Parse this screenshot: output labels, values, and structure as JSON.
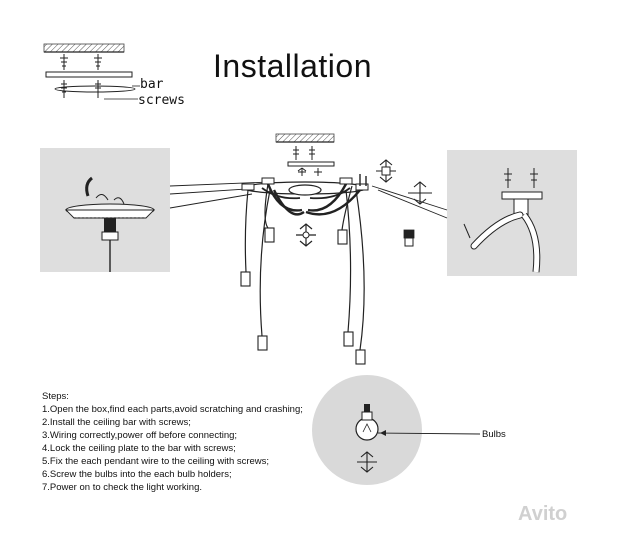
{
  "title": "Installation",
  "labels": {
    "bar": "bar",
    "screws": "screws",
    "bulbs": "Bulbs"
  },
  "steps": {
    "heading": "Steps:",
    "items": [
      "1.Open the box,find each parts,avoid scratching and crashing;",
      "2.Install the ceiling bar with screws;",
      "3.Wiring correctly,power off before connecting;",
      "4.Lock the ceiling plate to the bar with screws;",
      "5.Fix the each pendant wire to the ceiling with screws;",
      "6.Screw the bulbs into the each bulb holders;",
      "7.Power on to check the light working."
    ]
  },
  "watermark": "Avito",
  "colors": {
    "panel": "#dedede",
    "line": "#222222",
    "circle": "#d9d9d9"
  }
}
